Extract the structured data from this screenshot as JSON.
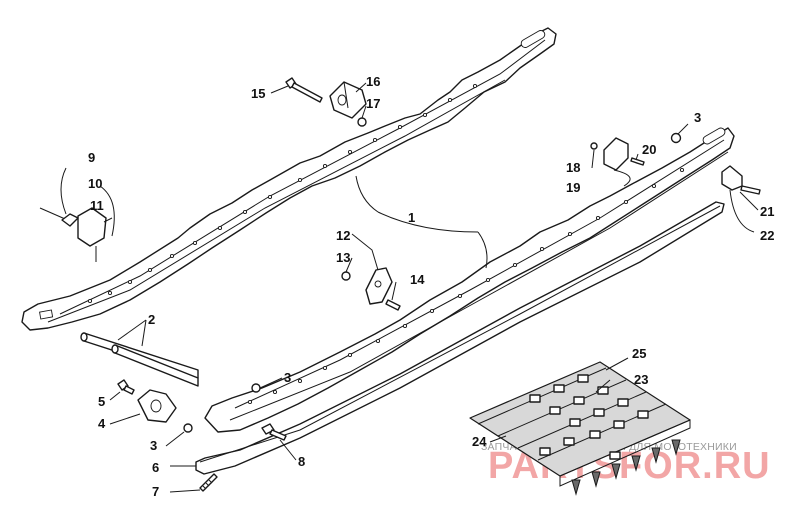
{
  "callouts": {
    "c1": "1",
    "c2": "2",
    "c3a": "3",
    "c3b": "3",
    "c3c": "3",
    "c4": "4",
    "c5": "5",
    "c6": "6",
    "c7": "7",
    "c8": "8",
    "c9": "9",
    "c10": "10",
    "c11": "11",
    "c12": "12",
    "c13": "13",
    "c14": "14",
    "c15": "15",
    "c16": "16",
    "c17": "17",
    "c18": "18",
    "c19": "19",
    "c20": "20",
    "c21": "21",
    "c22": "22",
    "c23": "23",
    "c24": "24",
    "c25": "25"
  },
  "watermark": {
    "top": "ЗАПЧАСТИ И АКСЕССУАРЫ ДЛЯ МОТОТЕХНИКИ",
    "brand": "PARTSFOR.RU"
  },
  "colors": {
    "line": "#1a1a1a",
    "watermark_brand": "#f2a6a6"
  }
}
